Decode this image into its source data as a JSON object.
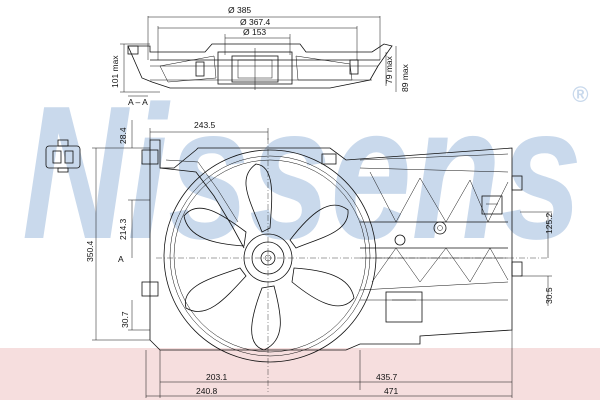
{
  "watermark": {
    "text": "Nissens",
    "registered": "®",
    "color": "#c9d9ec"
  },
  "band_color": "#f6dede",
  "top_view": {
    "section_label": "A – A",
    "dims": {
      "d385": "Ø 385",
      "d367": "Ø 367.4",
      "d153": "Ø 153",
      "h101": "101 max",
      "h79": "79 max",
      "h89": "89 max"
    }
  },
  "front_view": {
    "dims": {
      "w243": "243.5",
      "h28": "28.4",
      "h214": "214.3",
      "h350": "350.4",
      "h30l": "30.7",
      "h125": "125.2",
      "h30r": "30.5",
      "b203": "203.1",
      "b435": "435.7",
      "b240": "240.8",
      "b471": "471"
    },
    "section_marker": "A"
  }
}
